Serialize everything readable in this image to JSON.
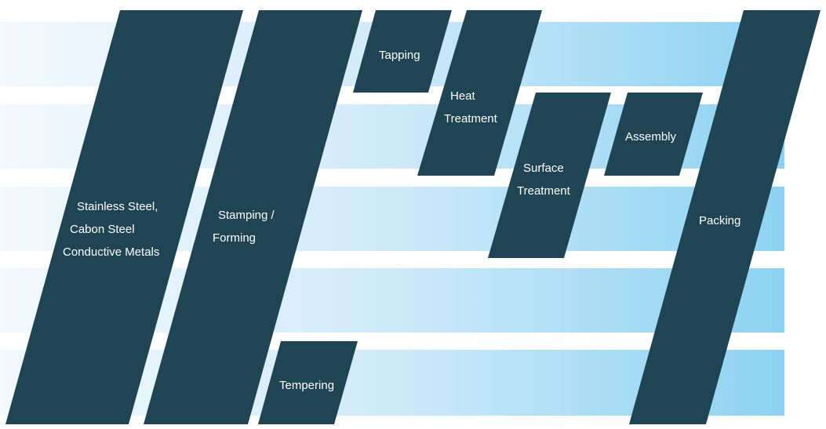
{
  "colors": {
    "block": "#1f4555",
    "band_light": "#f3f9fd",
    "band_dark": "#8dd2f2",
    "label": "#ffffff"
  },
  "bands": [
    {
      "name": "band-row-1"
    },
    {
      "name": "band-row-2"
    },
    {
      "name": "band-row-3"
    },
    {
      "name": "band-row-4"
    },
    {
      "name": "band-row-5"
    }
  ],
  "steps": [
    {
      "id": "raw-materials",
      "lines": [
        "Stainless Steel,",
        "Cabon Steel",
        "Conductive Metals"
      ]
    },
    {
      "id": "stamping-forming",
      "lines": [
        "Stamping /",
        "Forming"
      ]
    },
    {
      "id": "tapping",
      "lines": [
        "Tapping"
      ]
    },
    {
      "id": "heat-treatment",
      "lines": [
        "Heat",
        "Treatment"
      ]
    },
    {
      "id": "surface-treatment",
      "lines": [
        "Surface",
        "Treatment"
      ]
    },
    {
      "id": "assembly",
      "lines": [
        "Assembly"
      ]
    },
    {
      "id": "tempering",
      "lines": [
        "Tempering"
      ]
    },
    {
      "id": "packing",
      "lines": [
        "Packing"
      ]
    }
  ]
}
